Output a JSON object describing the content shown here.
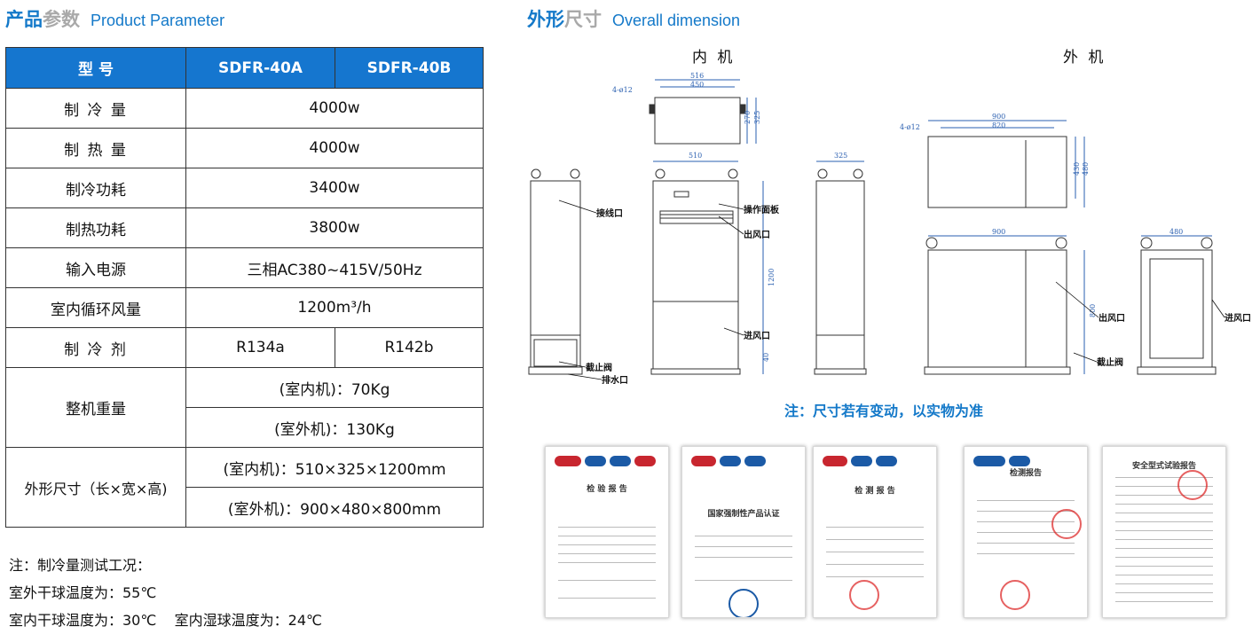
{
  "left_title": {
    "cn_a": "产品",
    "cn_b": "参数",
    "en": "Product Parameter"
  },
  "right_title": {
    "cn_a": "外形",
    "cn_b": "尺寸",
    "en": "Overall dimension"
  },
  "table": {
    "header": [
      "型 号",
      "SDFR-40A",
      "SDFR-40B"
    ],
    "rows": {
      "cooling": [
        "制 冷 量",
        "4000w"
      ],
      "heating": [
        "制 热 量",
        "4000w"
      ],
      "cool_power": [
        "制冷功耗",
        "3400w"
      ],
      "heat_power": [
        "制热功耗",
        "3800w"
      ],
      "power": [
        "输入电源",
        "三相AC380~415V/50Hz"
      ],
      "airflow": [
        "室内循环风量",
        "1200m³/h"
      ],
      "refrigerant": [
        "制 冷 剂",
        "R134a",
        "R142b"
      ],
      "weight": [
        "整机重量",
        "(室内机)：70Kg",
        "(室外机)：130Kg"
      ],
      "size": [
        "外形尺寸（长×宽×高)",
        "(室内机)：510×325×1200mm",
        "(室外机)：900×480×800mm"
      ]
    }
  },
  "notes": [
    "注：制冷量测试工况：",
    "室外干球温度为：55℃",
    "室内干球温度为：30℃    室内湿球温度为：24℃"
  ],
  "drawing": {
    "indoor_label": "内 机",
    "outdoor_label": "外 机",
    "dims": {
      "in_top_w1": "516",
      "in_top_w2": "450",
      "in_top_h1": "270",
      "in_top_h2": "325",
      "in_hole": "4-ø12",
      "in_front_w": "510",
      "in_height": "1200",
      "in_base": "40",
      "in_side_w": "325",
      "out_top_w1": "900",
      "out_top_w2": "820",
      "out_top_h1": "430",
      "out_top_h2": "480",
      "out_hole": "4-ø12",
      "out_front_w": "900",
      "out_side_w": "480",
      "out_height": "800"
    },
    "callouts": {
      "wiring": "接线口",
      "panel": "操作面板",
      "outlet": "出风口",
      "inlet": "进风口",
      "valve": "截止阀",
      "drain": "排水口",
      "out_outlet": "出风口",
      "out_valve": "截止阀",
      "out_inlet": "进风口"
    },
    "note": "注：尺寸若有变动，以实物为准"
  },
  "certs": [
    {
      "title": "检 验 报 告"
    },
    {
      "title": "国家强制性产品认证"
    },
    {
      "title": "检 测 报 告"
    },
    {
      "title": "检测报告"
    },
    {
      "title": "安全型式试验报告"
    }
  ],
  "colors": {
    "accent": "#1479c9",
    "header_bg": "#1576cf",
    "gray_title": "#a9a9a9"
  }
}
